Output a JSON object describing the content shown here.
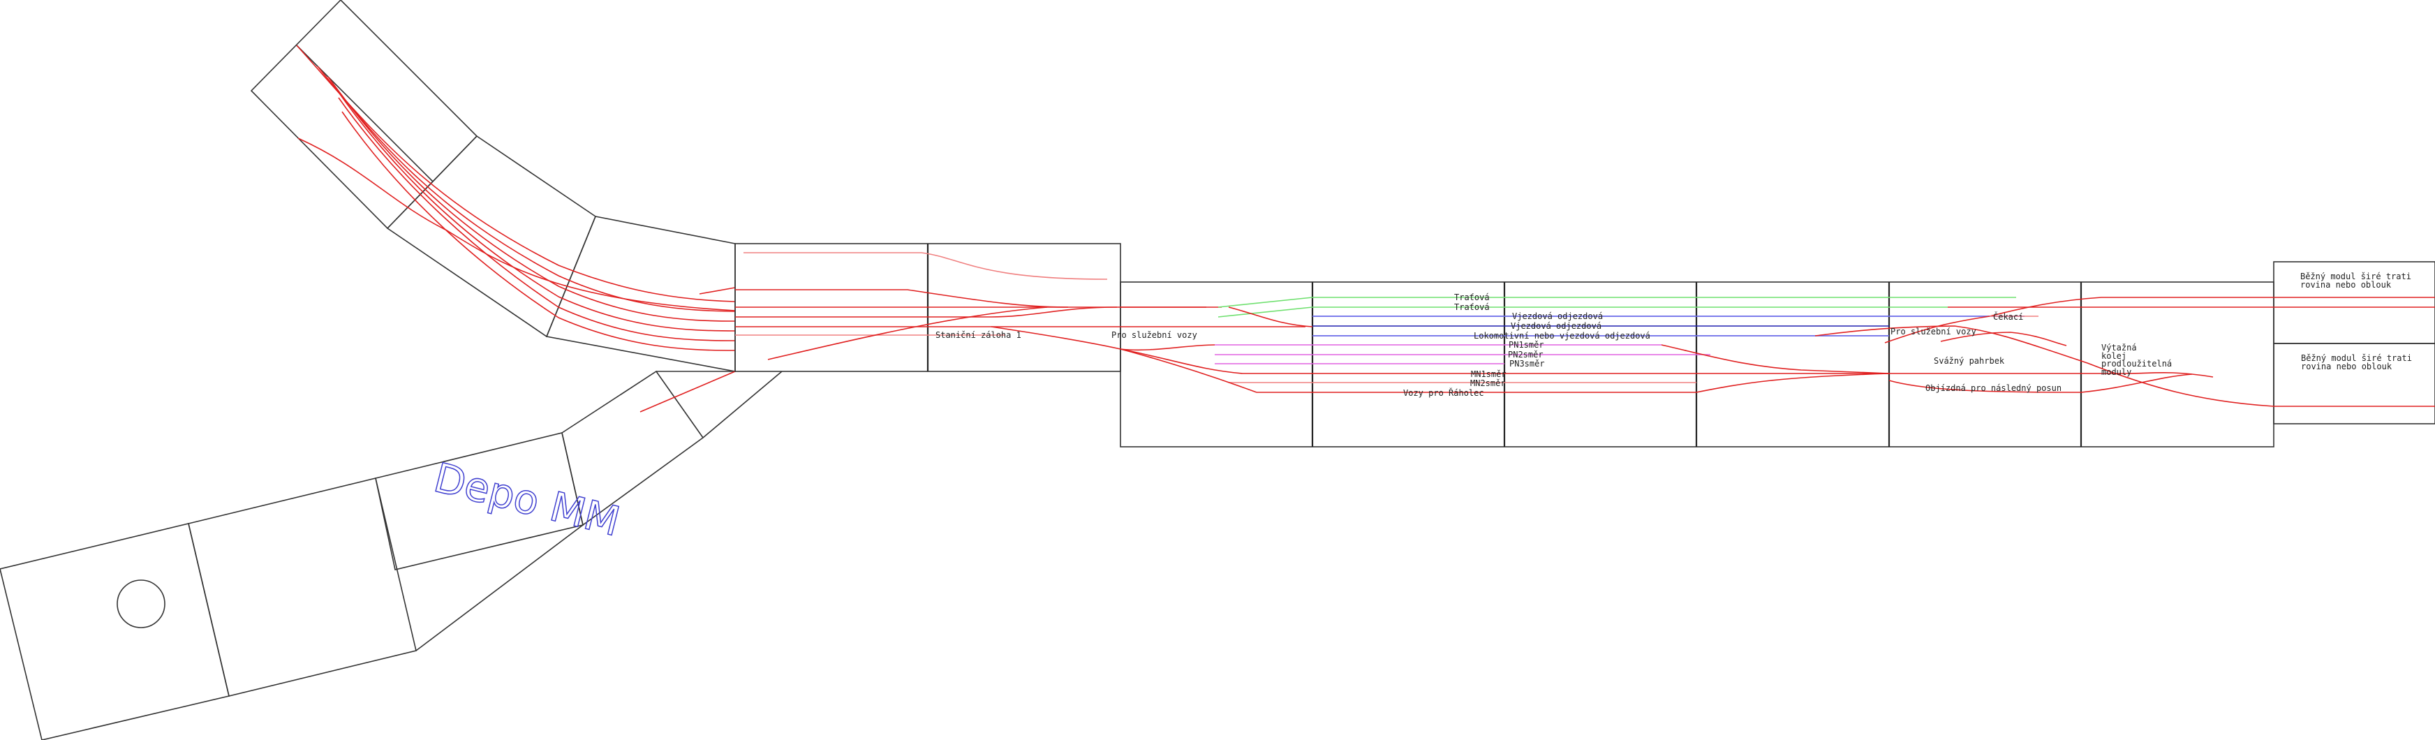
{
  "labels": {
    "stanicni_zaloha": "Staniční záloha 1",
    "pro_sluzebni_1": "Pro služební vozy",
    "pro_sluzebni_2": "Pro služební vozy",
    "tratova_1": "Traťová",
    "tratova_2": "Traťová",
    "vjezdova_1": "Vjezdová odjezdová",
    "vjezdova_2": "Vjezdová odjezdová",
    "lokomotivni": "Lokomotivní nebo vjezdová odjezdová",
    "pn1": "PN1směr",
    "pn2": "PN2směr",
    "pn3": "PN3směr",
    "mn1": "MN1směr",
    "mn2": "MN2směr",
    "vozy_raholec": "Vozy pro Řáholec",
    "cekaci": "Čekací",
    "svazny": "Svážný pahrbek",
    "objizdna": "Objízdná pro následný posun",
    "vytazna": [
      "Výtažná",
      "kolej",
      "prodloužitelná",
      "moduly"
    ],
    "modul_top": [
      "Běžný modul širé trati",
      "rovina nebo oblouk"
    ],
    "modul_bottom": [
      "Běžný modul širé trati",
      "rovina nebo oblouk"
    ],
    "depo": "Depo MM"
  },
  "colors": {
    "track": "#e02020",
    "trat": "#6ee06e",
    "vjezd": "#6a6ae8",
    "pn": "#e060e0"
  }
}
